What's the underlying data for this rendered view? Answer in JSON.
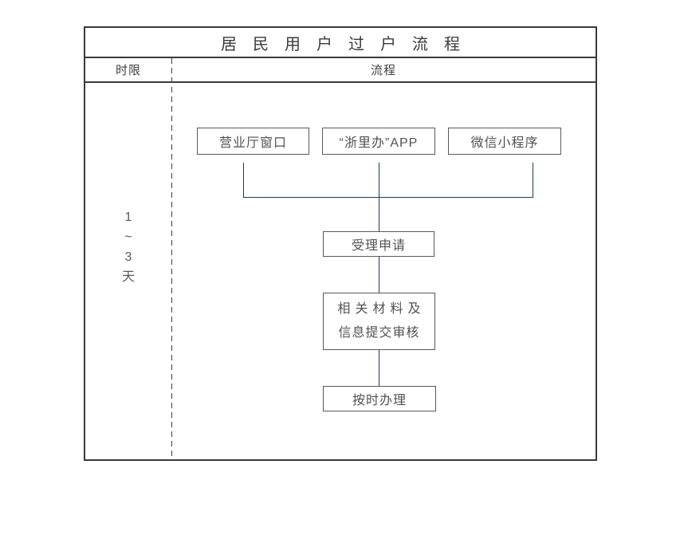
{
  "title": "居民用户过户流程",
  "header": {
    "time_column": "时限",
    "process_column": "流程"
  },
  "time_limit": {
    "lines": [
      "1",
      "~",
      "3",
      "天"
    ]
  },
  "flow": {
    "sources": [
      {
        "label": "营业厅窗口"
      },
      {
        "label": "“浙里办”APP"
      },
      {
        "label": "微信小程序"
      }
    ],
    "steps": [
      {
        "label": "受理申请"
      },
      {
        "lines": [
          "相关材料及",
          "信息提交审核"
        ]
      },
      {
        "label": "按时办理"
      }
    ]
  },
  "colors": {
    "frame_border": "#3a3a3a",
    "box_border": "#595959",
    "text": "#525252",
    "connector": "#1c3e55"
  }
}
